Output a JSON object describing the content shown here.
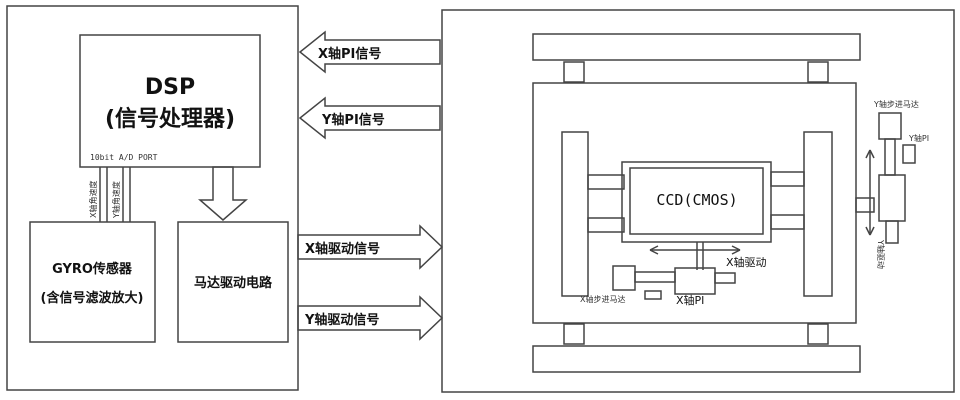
{
  "dsp": {
    "title": "DSP",
    "subtitle": "(信号处理器)",
    "port_label": "10bit A/D PORT"
  },
  "gyro": {
    "title": "GYRO传感器",
    "subtitle": "(含信号滤波放大)",
    "x_signal": "X轴角速度",
    "y_signal": "Y轴角速度"
  },
  "motor_driver": {
    "title": "马达驱动电路"
  },
  "arrows": {
    "x_pi": "X轴PI信号",
    "y_pi": "Y轴PI信号",
    "x_drive": "X轴驱动信号",
    "y_drive": "Y轴驱动信号"
  },
  "mechanism": {
    "ccd_label": "CCD(CMOS)",
    "x_drive": "X轴驱动",
    "x_pi": "X轴PI",
    "x_motor": "X轴步进马达",
    "y_motor": "Y轴步进马达",
    "y_pi": "Y轴PI",
    "y_drive": "Y轴驱动"
  },
  "colors": {
    "stroke": "#444444",
    "text": "#111111",
    "background": "#ffffff"
  }
}
